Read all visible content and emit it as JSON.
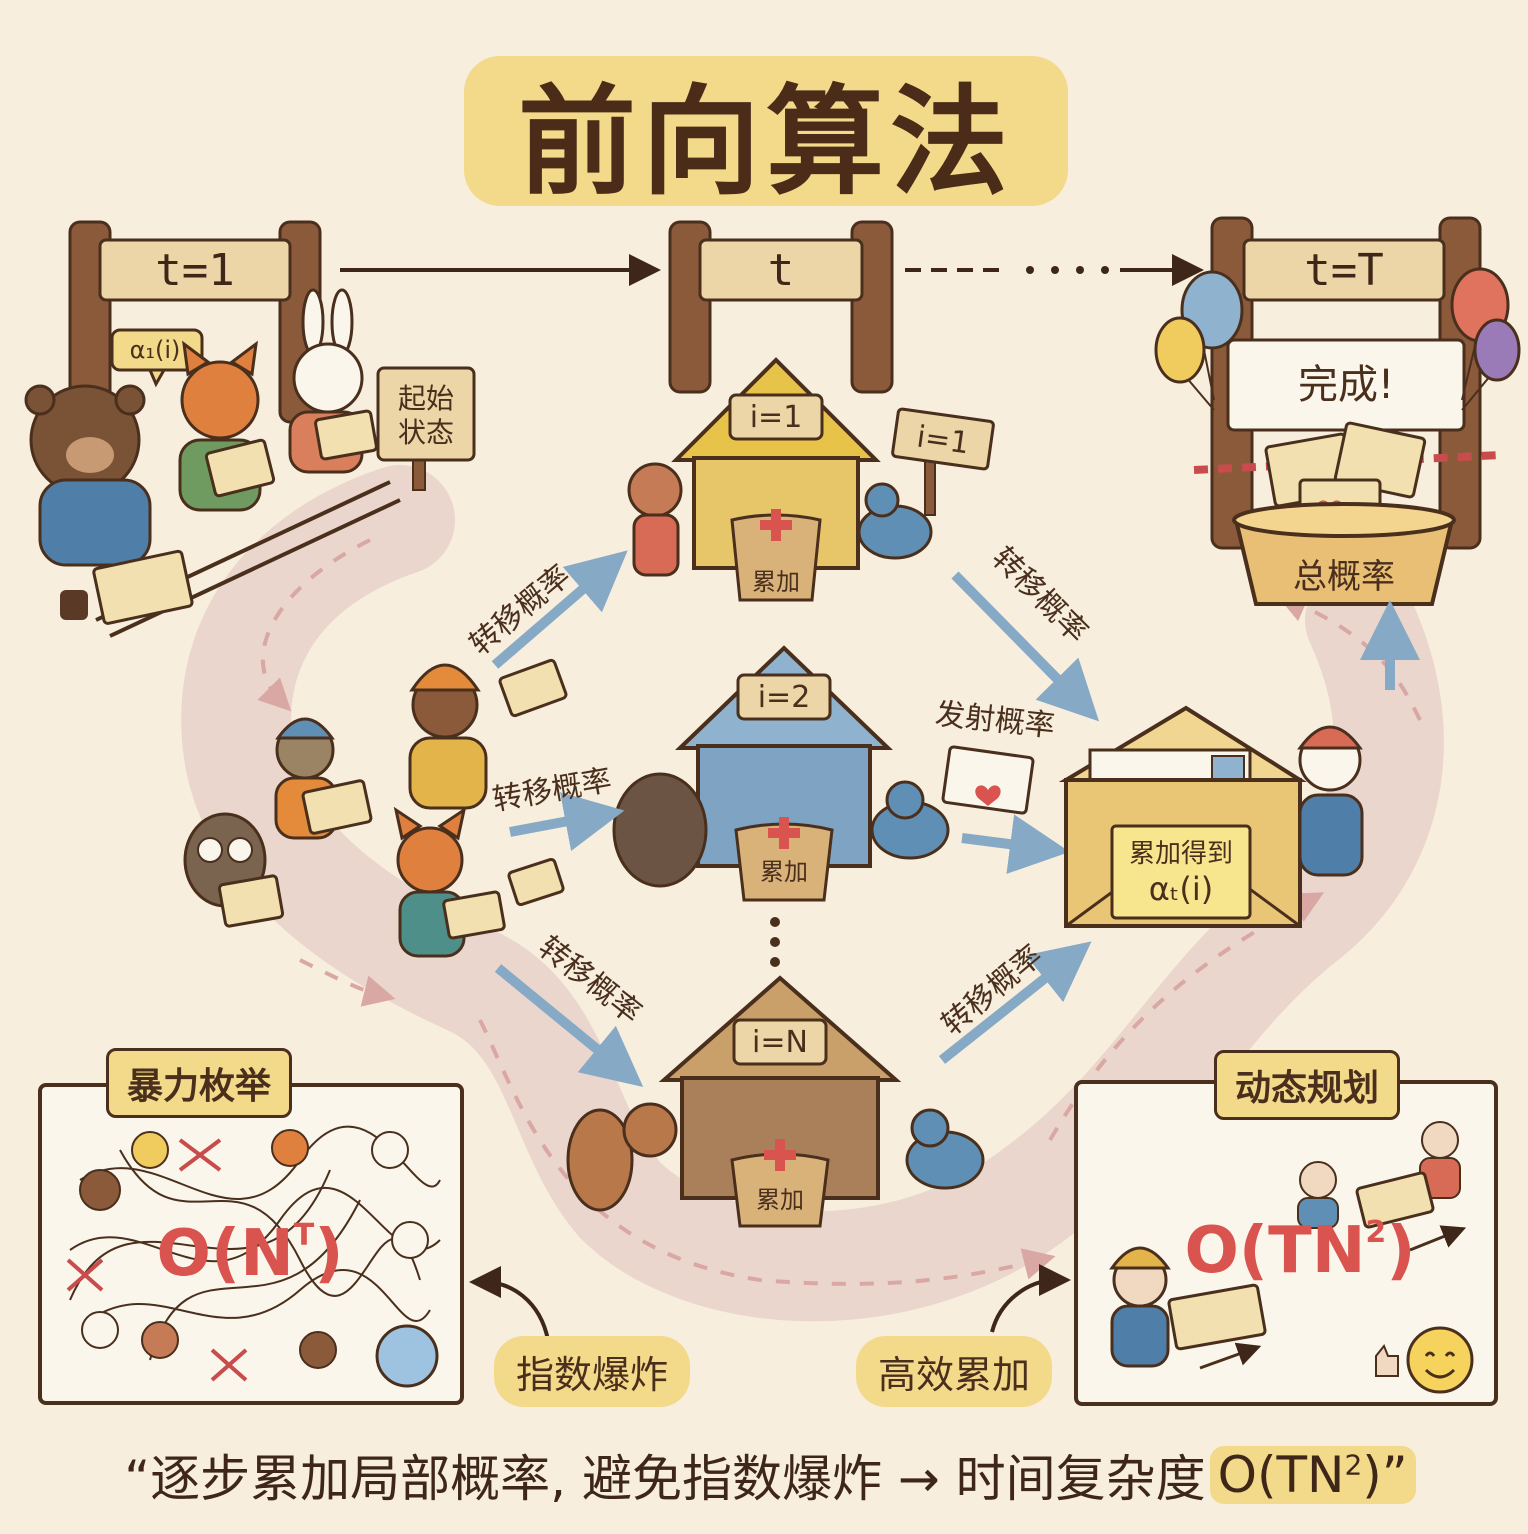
{
  "title": "前向算法",
  "gates": {
    "start": "t=1",
    "middle": "t",
    "end": "t=T"
  },
  "start": {
    "alpha_bubble": "α₁(i)",
    "sign": [
      "起始",
      "状态"
    ]
  },
  "finish": {
    "banner": "完成!",
    "basket": "总概率"
  },
  "houses": [
    {
      "label": "i=1",
      "bag": "累加",
      "post": "i=1"
    },
    {
      "label": "i=2",
      "bag": "累加"
    },
    {
      "label": "i=N",
      "bag": "累加"
    }
  ],
  "arrows": {
    "transition_1": "转移概率",
    "transition_2": "转移概率",
    "transition_3": "转移概率",
    "transition_4": "转移概率",
    "transition_5": "转移概率",
    "emission": "发射概率"
  },
  "envelope_note": {
    "line1": "累加得到",
    "line2": "αₜ(i)"
  },
  "brute_force": {
    "label": "暴力枚举",
    "formula": "O(N",
    "sup": "T",
    "close": ")",
    "pill": "指数爆炸"
  },
  "dynamic": {
    "label": "动态规划",
    "formula": "O(TN",
    "sup": "2",
    "close": ")",
    "pill": "高效累加"
  },
  "slogan": {
    "text": "“逐步累加局部概率, 避免指数爆炸 → 时间复杂度",
    "formula": "O(TN",
    "sup": "2",
    "close": ")”"
  },
  "colors": {
    "background": "#f7eedd",
    "title_bg": "#f3d98a",
    "wood": "#8a5a3a",
    "arrow": "#86a9c6",
    "path": "#ead6cc",
    "heart": "#d9534f"
  }
}
